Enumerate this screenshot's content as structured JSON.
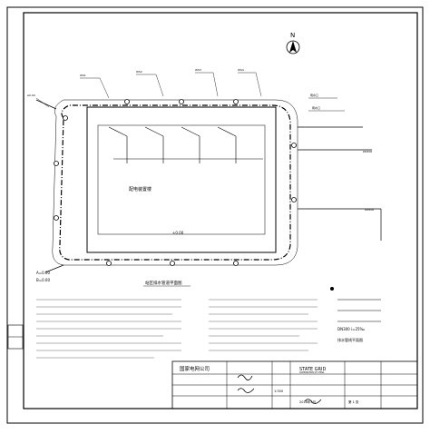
{
  "drawing": {
    "north_label": "N",
    "company": "国家电网公司",
    "company_en": "STATE GRID",
    "company_en_sub": "CORPORATION OF CHINA",
    "plan_title": "站区排水管道平面图",
    "elevation_a": "A=0.00",
    "elevation_b": "B=0.00",
    "pipe_spec": "DN300 i=25‰",
    "legend_note": "排水管线平面图"
  },
  "title_block": {
    "scale": "1:300",
    "sheet": "2018年3月",
    "page": "第 1 张"
  }
}
